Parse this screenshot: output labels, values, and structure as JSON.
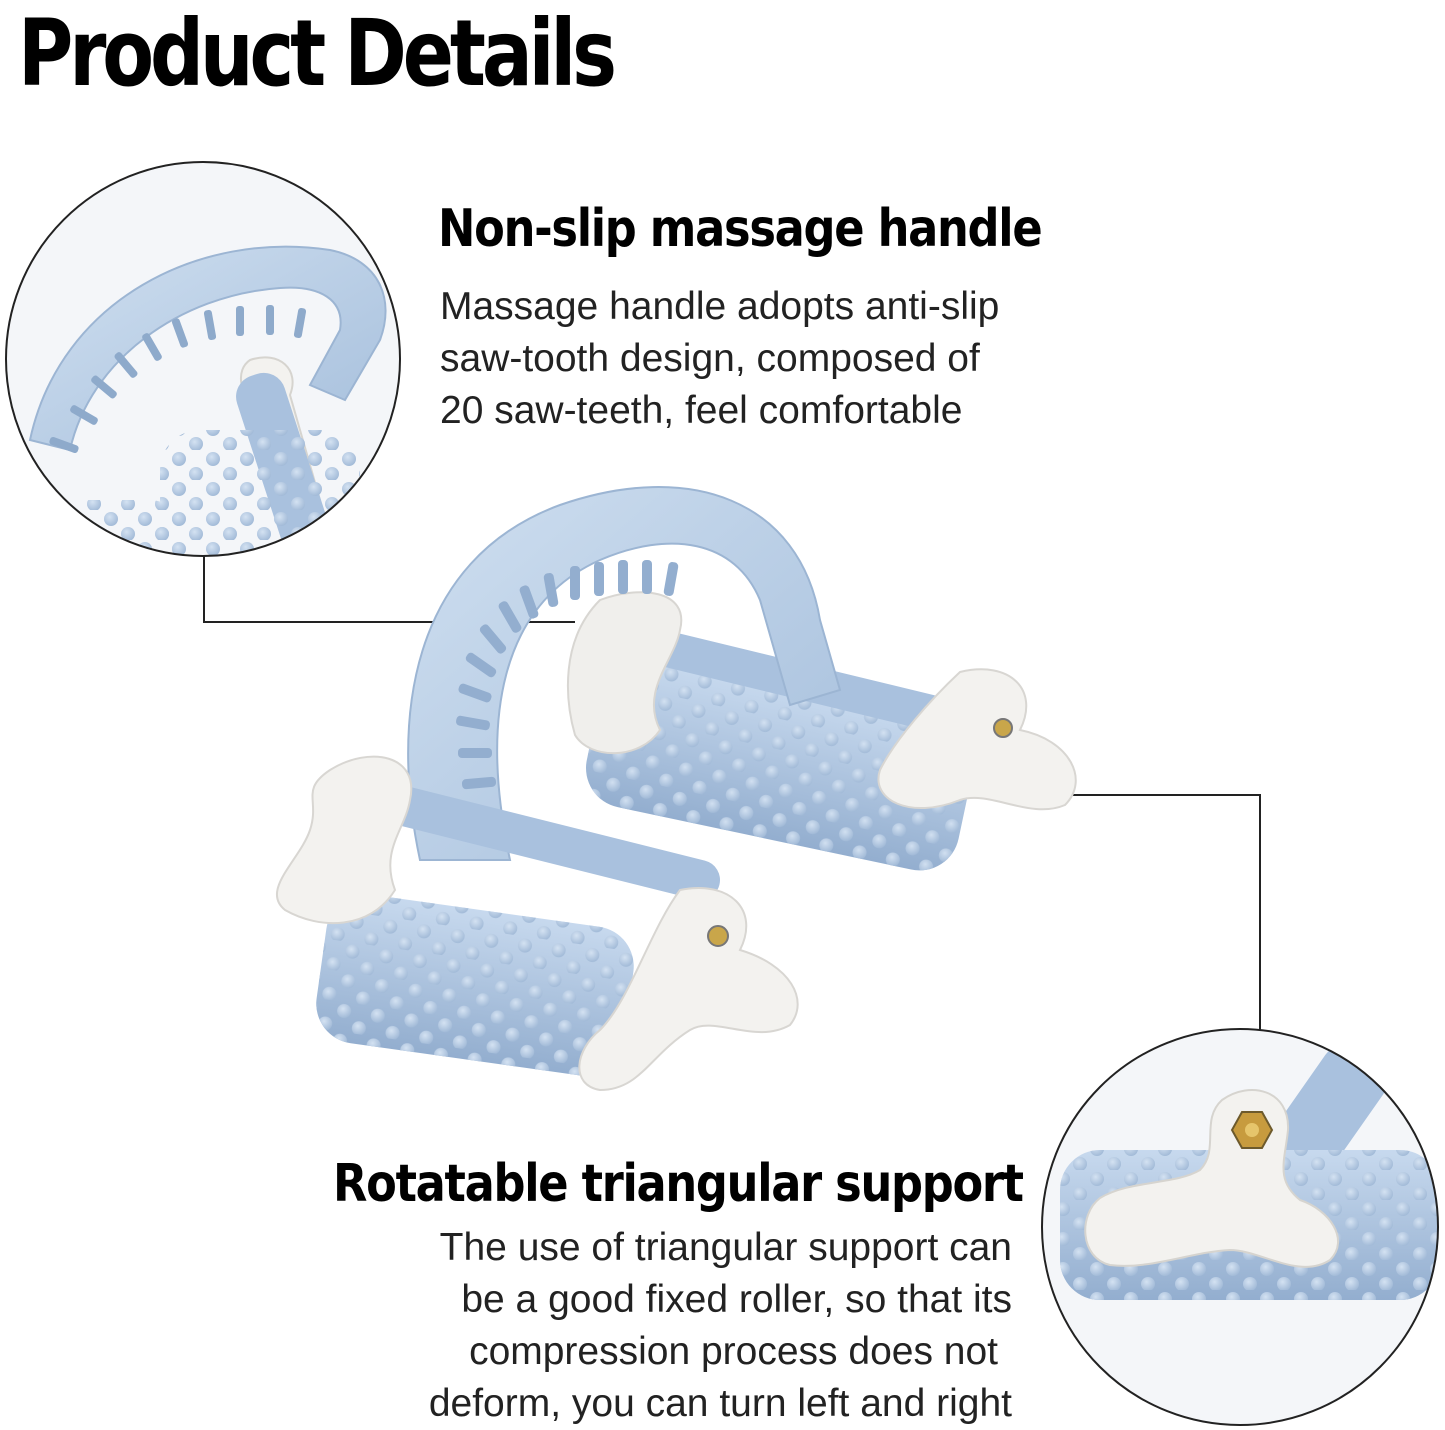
{
  "page": {
    "title": "Product Details"
  },
  "features": [
    {
      "heading": "Non-slip massage handle",
      "lines": [
        "Massage handle adopts anti-slip",
        "saw-tooth design, composed of",
        "20 saw-teeth, feel comfortable"
      ]
    },
    {
      "heading": "Rotatable triangular support",
      "lines": [
        "The use of triangular support can",
        "be a good fixed roller, so that its",
        "compression process does not",
        "deform, you can turn left and right"
      ]
    }
  ],
  "colors": {
    "product_blue": "#b7cde6",
    "product_shadow": "#9ab3d2",
    "support_white": "#f2f1ef",
    "callout_line": "#222222"
  }
}
